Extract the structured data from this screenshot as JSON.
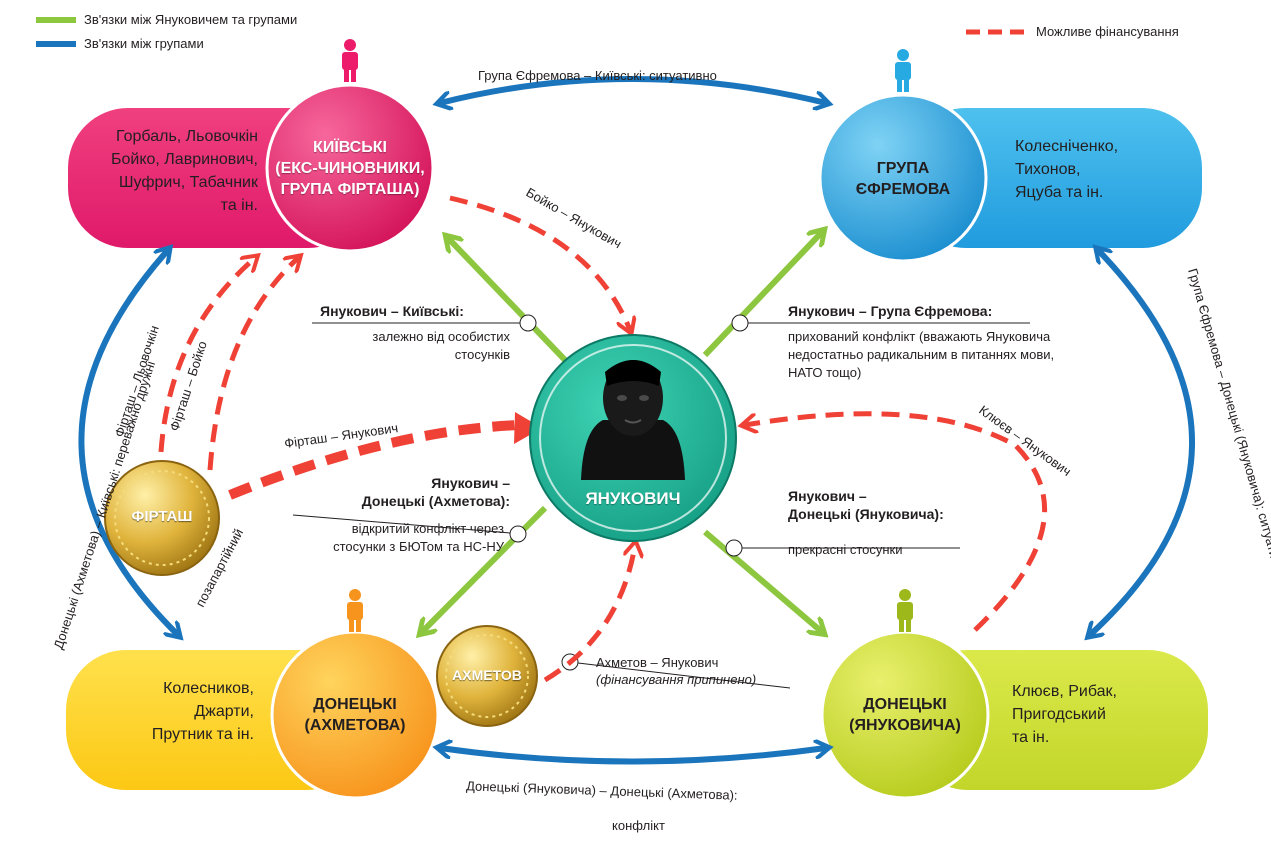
{
  "legend": {
    "green_label": "Зв'язки між Януковичем та групами",
    "blue_label": "Зв'язки між групами",
    "red_label": "Можливе фінансування"
  },
  "colors": {
    "green": "#8dc63f",
    "blue": "#1b75bc",
    "red": "#ef4136",
    "pink": "#ec1c6b",
    "cyan": "#27aae1",
    "yellow": "#ffd400",
    "orange": "#f7941d",
    "lime": "#c9dc2b",
    "teal": "#1fb59a",
    "gold": "#d4a62a"
  },
  "groups": {
    "kyivski": {
      "title_lines": [
        "КИЇВСЬКІ",
        "(ЕКС-ЧИНОВНИКИ,",
        "ГРУПА ФІРТАША)"
      ],
      "members_lines": [
        "Горбаль, Льовочкін",
        "Бойко, Лавринович,",
        "Шуфрич, Табачник",
        "та ін."
      ]
    },
    "yefremov": {
      "title_lines": [
        "ГРУПА",
        "ЄФРЕМОВА"
      ],
      "members_lines": [
        "Колесніченко,",
        "Тихонов,",
        "Яцуба та ін."
      ]
    },
    "akhmetov_group": {
      "title_lines": [
        "ДОНЕЦЬКІ",
        "(АХМЕТОВА)"
      ],
      "members_lines": [
        "Колесников,",
        "Джарти,",
        "Прутник та ін."
      ]
    },
    "yanukovych_group": {
      "title_lines": [
        "ДОНЕЦЬКІ",
        "(ЯНУКОВИЧА)"
      ],
      "members_lines": [
        "Клюєв, Рибак,",
        "Пригодський",
        "та ін."
      ]
    }
  },
  "center": {
    "label": "ЯНУКОВИЧ"
  },
  "medals": {
    "firtash": "ФІРТАШ",
    "akhmetov": "АХМЕТОВ"
  },
  "relations": {
    "kyivski": {
      "title": "Янукович – Київські:",
      "desc_lines": [
        "залежно від особистих",
        "стосунків"
      ]
    },
    "yefremov": {
      "title": "Янукович – Група Єфремова:",
      "desc_lines": [
        "прихований конфлікт (вважають Януковича",
        "недостатньо радикальним в питаннях мови,",
        "НАТО тощо)"
      ]
    },
    "akhmetov": {
      "title_lines": [
        "Янукович –",
        "Донецькі (Ахметова):"
      ],
      "desc_lines": [
        "відкритий конфлікт через",
        "стосунки з БЮТом та НС-НУ"
      ]
    },
    "yanukovych": {
      "title_lines": [
        "Янукович –",
        "Донецькі (Януковича):"
      ],
      "desc_lines": [
        "прекрасні стосунки"
      ]
    }
  },
  "edge_labels": {
    "top": "Група Єфремова – Київські: ситуативно",
    "bottom_line1": "Донецькі (Януковича) – Донецькі (Ахметова):",
    "bottom_line2": "конфлікт",
    "left": "Донецькі (Ахметова) – Київські: переважно дружні",
    "right": "Група Єфремова – Донецькі (Януковича): ситуативні",
    "boyko_yanuk": "Бойко – Янукович",
    "firtash_yanuk": "Фірташ – Янукович",
    "firtash_lyov": "Фірташ – Льовочкін",
    "firtash_boyko": "Фірташ – Бойко",
    "nonpartisan": "позапартійний",
    "kluyev_yanuk": "Клюєв – Янукович",
    "akhmetov_yanuk": "Ахметов – Янукович",
    "akhmetov_note": "(фінансування припинено)"
  }
}
